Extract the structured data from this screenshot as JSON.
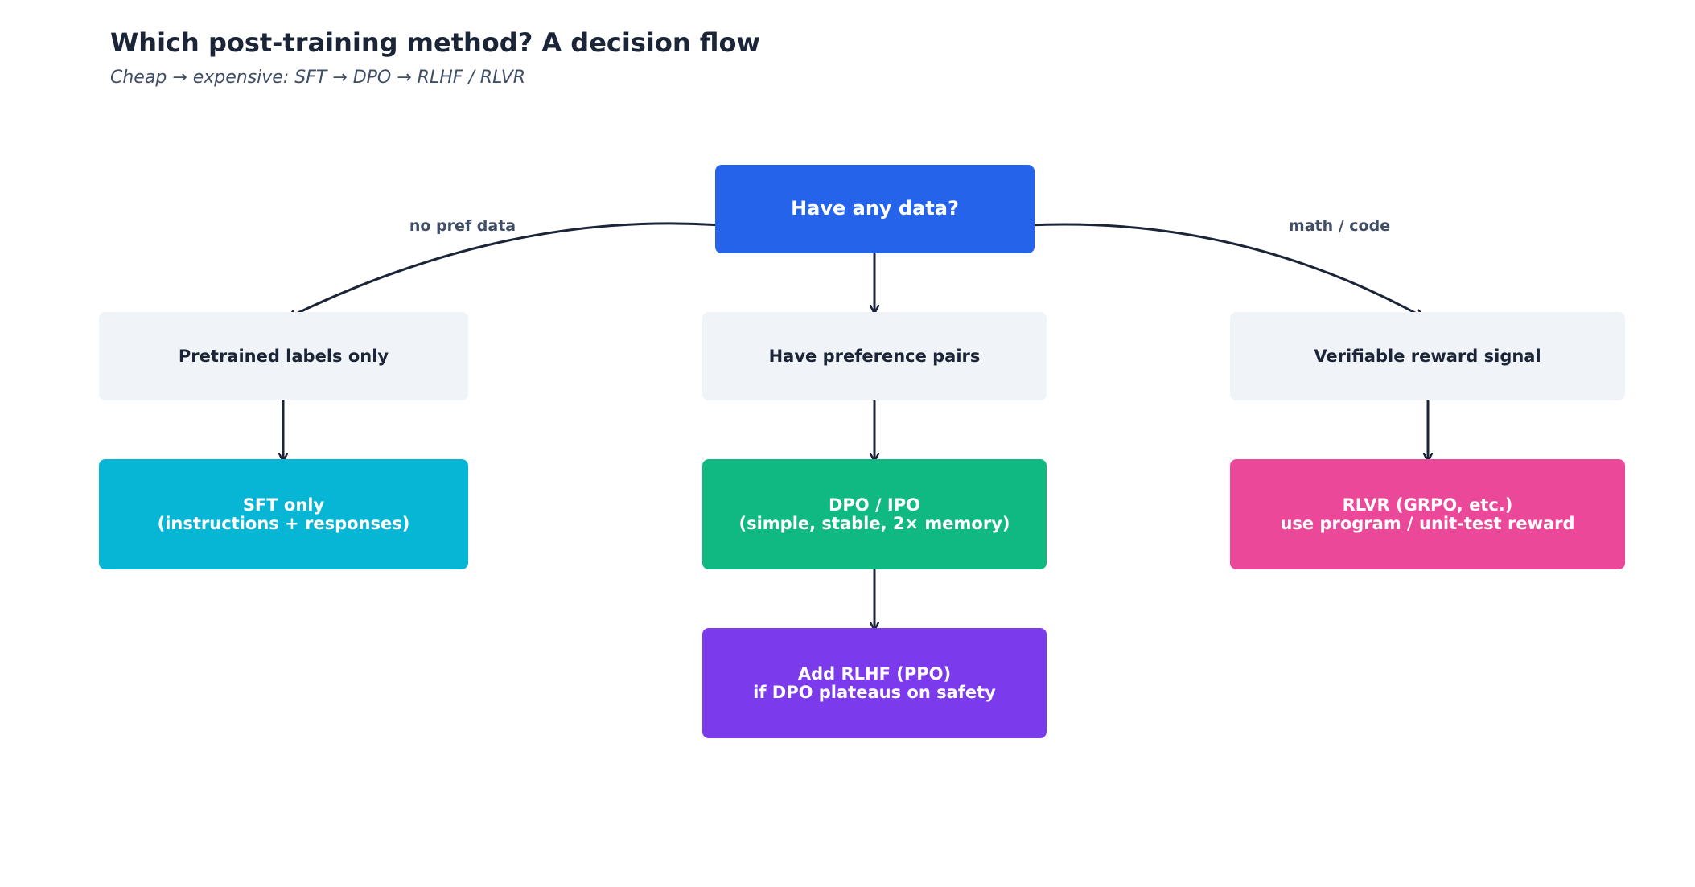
{
  "header": {
    "title": "Which post-training method? A decision flow",
    "subtitle": "Cheap → expensive: SFT → DPO → RLHF / RLVR"
  },
  "colors": {
    "root": "#2563eb",
    "condition": "#f0f4f9",
    "sft": "#06b6d4",
    "dpo": "#10b981",
    "rlvr": "#ec4899",
    "rlhf": "#7c3aed",
    "edge": "#1b2537"
  },
  "nodes": {
    "root": "Have any data?",
    "no_pref": "Pretrained labels only",
    "pref_pairs": "Have preference pairs",
    "verifiable": "Verifiable reward signal",
    "sft": "SFT only\n(instructions + responses)",
    "dpo": "DPO / IPO\n(simple, stable, 2× memory)",
    "rlvr": "RLVR  (GRPO, etc.)\nuse program / unit-test reward",
    "rlhf": "Add RLHF (PPO)\nif DPO plateaus on safety"
  },
  "edge_labels": {
    "left": "no pref data",
    "right": "math / code"
  }
}
